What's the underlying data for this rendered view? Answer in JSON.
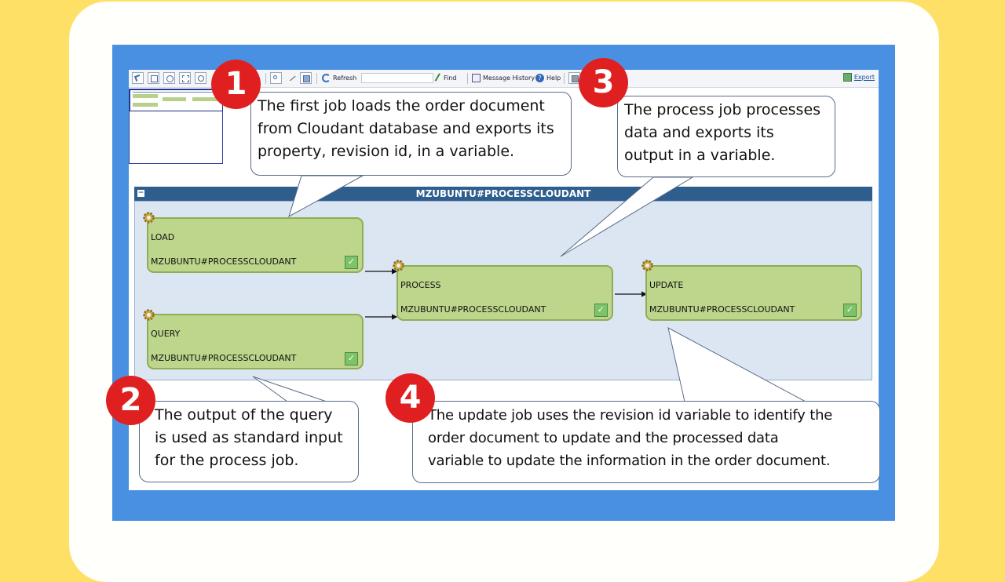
{
  "toolbar": {
    "refresh_label": "Refresh",
    "find_label": "Find",
    "message_history_label": "Message History",
    "help_label": "Help",
    "export_label": "Export"
  },
  "workflow": {
    "title": "MZUBUNTU#PROCESSCLOUDANT",
    "collapse_glyph": "−",
    "jobs": [
      {
        "name": "LOAD",
        "host": "MZUBUNTU#PROCESSCLOUDANT",
        "status": "ok"
      },
      {
        "name": "QUERY",
        "host": "MZUBUNTU#PROCESSCLOUDANT",
        "status": "ok"
      },
      {
        "name": "PROCESS",
        "host": "MZUBUNTU#PROCESSCLOUDANT",
        "status": "ok"
      },
      {
        "name": "UPDATE",
        "host": "MZUBUNTU#PROCESSCLOUDANT",
        "status": "ok"
      }
    ]
  },
  "callouts": [
    {
      "number": "1",
      "lines": [
        "The first job loads the order document",
        "from Cloudant database and exports its",
        "property, revision id, in a variable."
      ]
    },
    {
      "number": "2",
      "lines": [
        "The output of the query",
        "is used as standard input",
        "for the process job."
      ]
    },
    {
      "number": "3",
      "lines": [
        "The process job processes",
        "data and exports its",
        "output in a variable."
      ]
    },
    {
      "number": "4",
      "lines": [
        "The update job uses the revision id variable to identify the",
        "order document to update and the processed data",
        "variable to update the information in the order document."
      ]
    }
  ],
  "colors": {
    "background": "#FFE066",
    "frame": "#4A90E2",
    "badge": "#E02020",
    "job_fill": "#BDD68B",
    "header": "#2E5E8E"
  },
  "icons": [
    "pointer-icon",
    "fit-icon",
    "pan-icon",
    "zoom-area-icon",
    "zoom-in-icon",
    "layout-icon",
    "link-icon",
    "list-icon",
    "refresh-icon",
    "find-icon",
    "message-history-icon",
    "help-icon",
    "print-icon",
    "export-icon",
    "gear-icon",
    "check-icon"
  ]
}
